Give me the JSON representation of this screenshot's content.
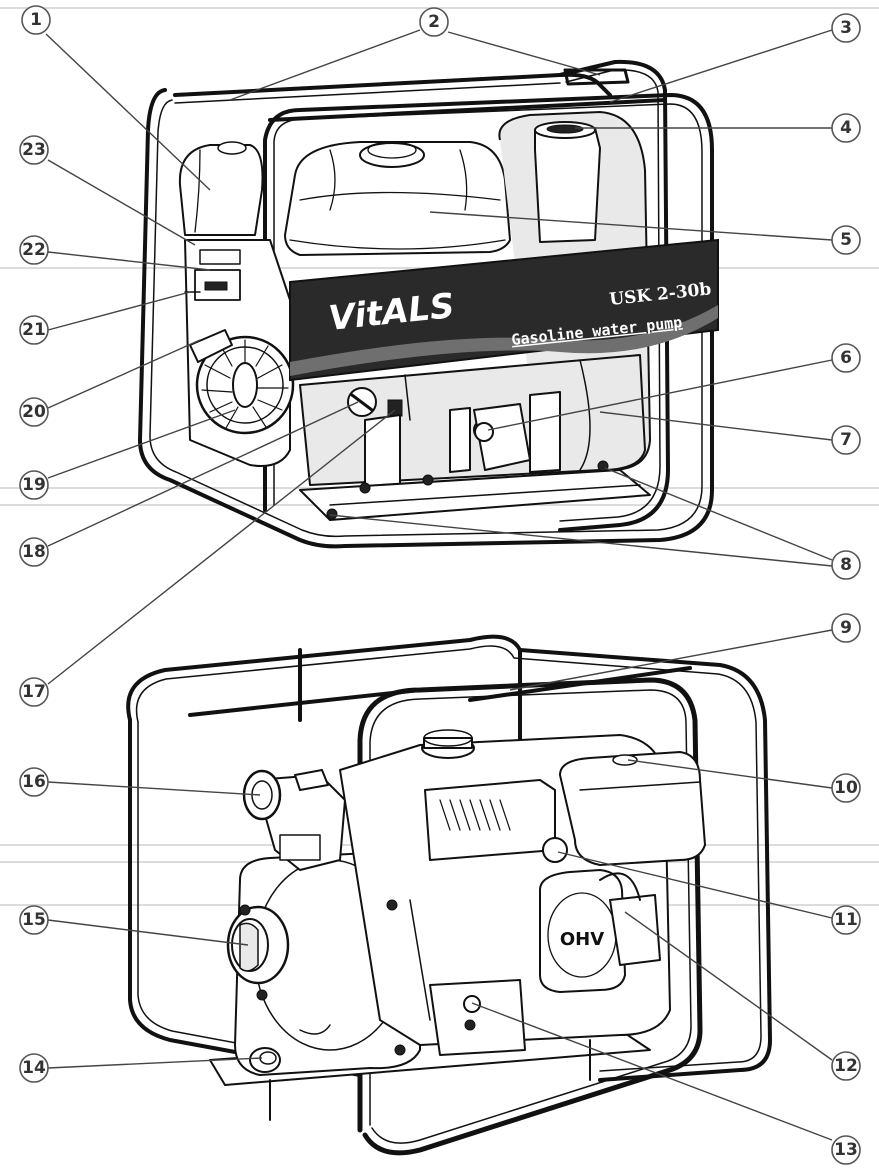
{
  "figure": {
    "brand_logo_text": "VitALS",
    "model_label": "USK 2-30b",
    "product_label": "Gasoline water pump",
    "engine_cover_label": "OHV"
  },
  "callouts": [
    "1",
    "2",
    "3",
    "4",
    "5",
    "6",
    "7",
    "8",
    "9",
    "10",
    "11",
    "12",
    "13",
    "14",
    "15",
    "16",
    "17",
    "18",
    "19",
    "20",
    "21",
    "22",
    "23"
  ],
  "colors": {
    "ink": "#111111",
    "callout_stroke": "#555555",
    "callout_text": "#333333",
    "banner": "#2a2a2a"
  }
}
